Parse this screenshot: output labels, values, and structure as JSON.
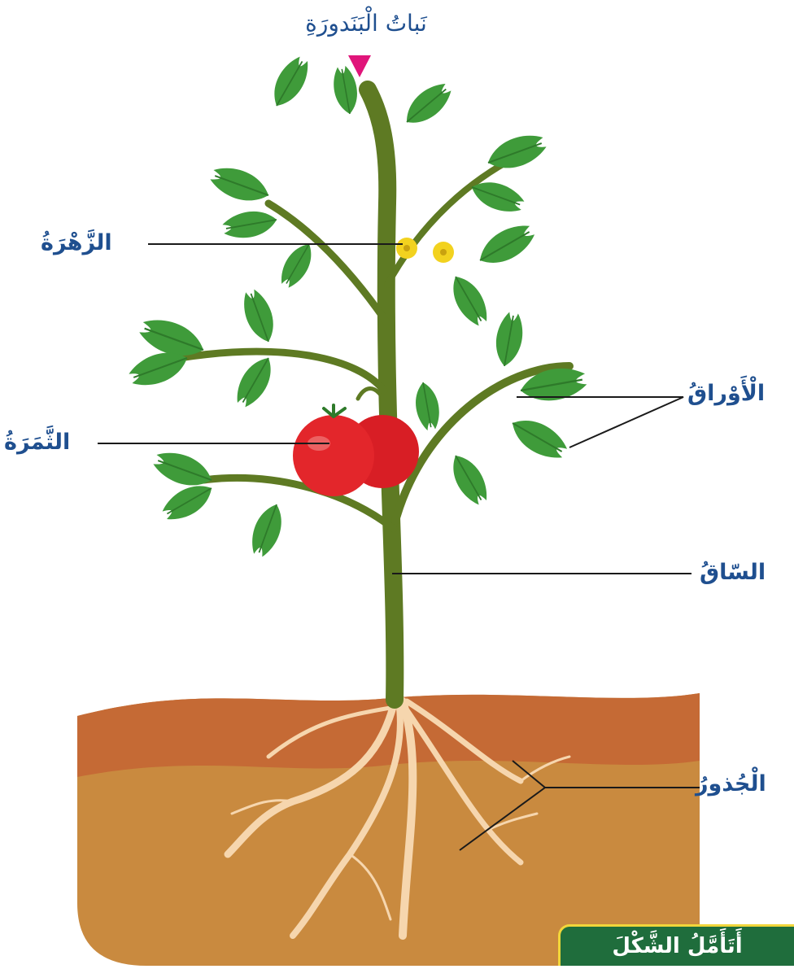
{
  "title": "نَباتُ الْبَنَدورَةِ",
  "labels": {
    "flower": "الزَّهْرَةُ",
    "fruit": "الثَّمَرَةُ",
    "leaves": "الْأَوْراقُ",
    "stem": "السّاقُ",
    "roots": "الْجُذورُ"
  },
  "caption": "أَتَأَمَّلُ الشَّكْلَ",
  "colors": {
    "label_text": "#1f4f8f",
    "title_marker": "#e0157a",
    "leaf": "#3f9b3a",
    "stem": "#5e7a23",
    "fruit": "#e3262b",
    "flower": "#f2d21f",
    "soil_top": "#c56a35",
    "soil": "#c98a3f",
    "roots": "#f6d6ae",
    "caption_bg": "#1f6d3c",
    "caption_border": "#f1d63a"
  }
}
